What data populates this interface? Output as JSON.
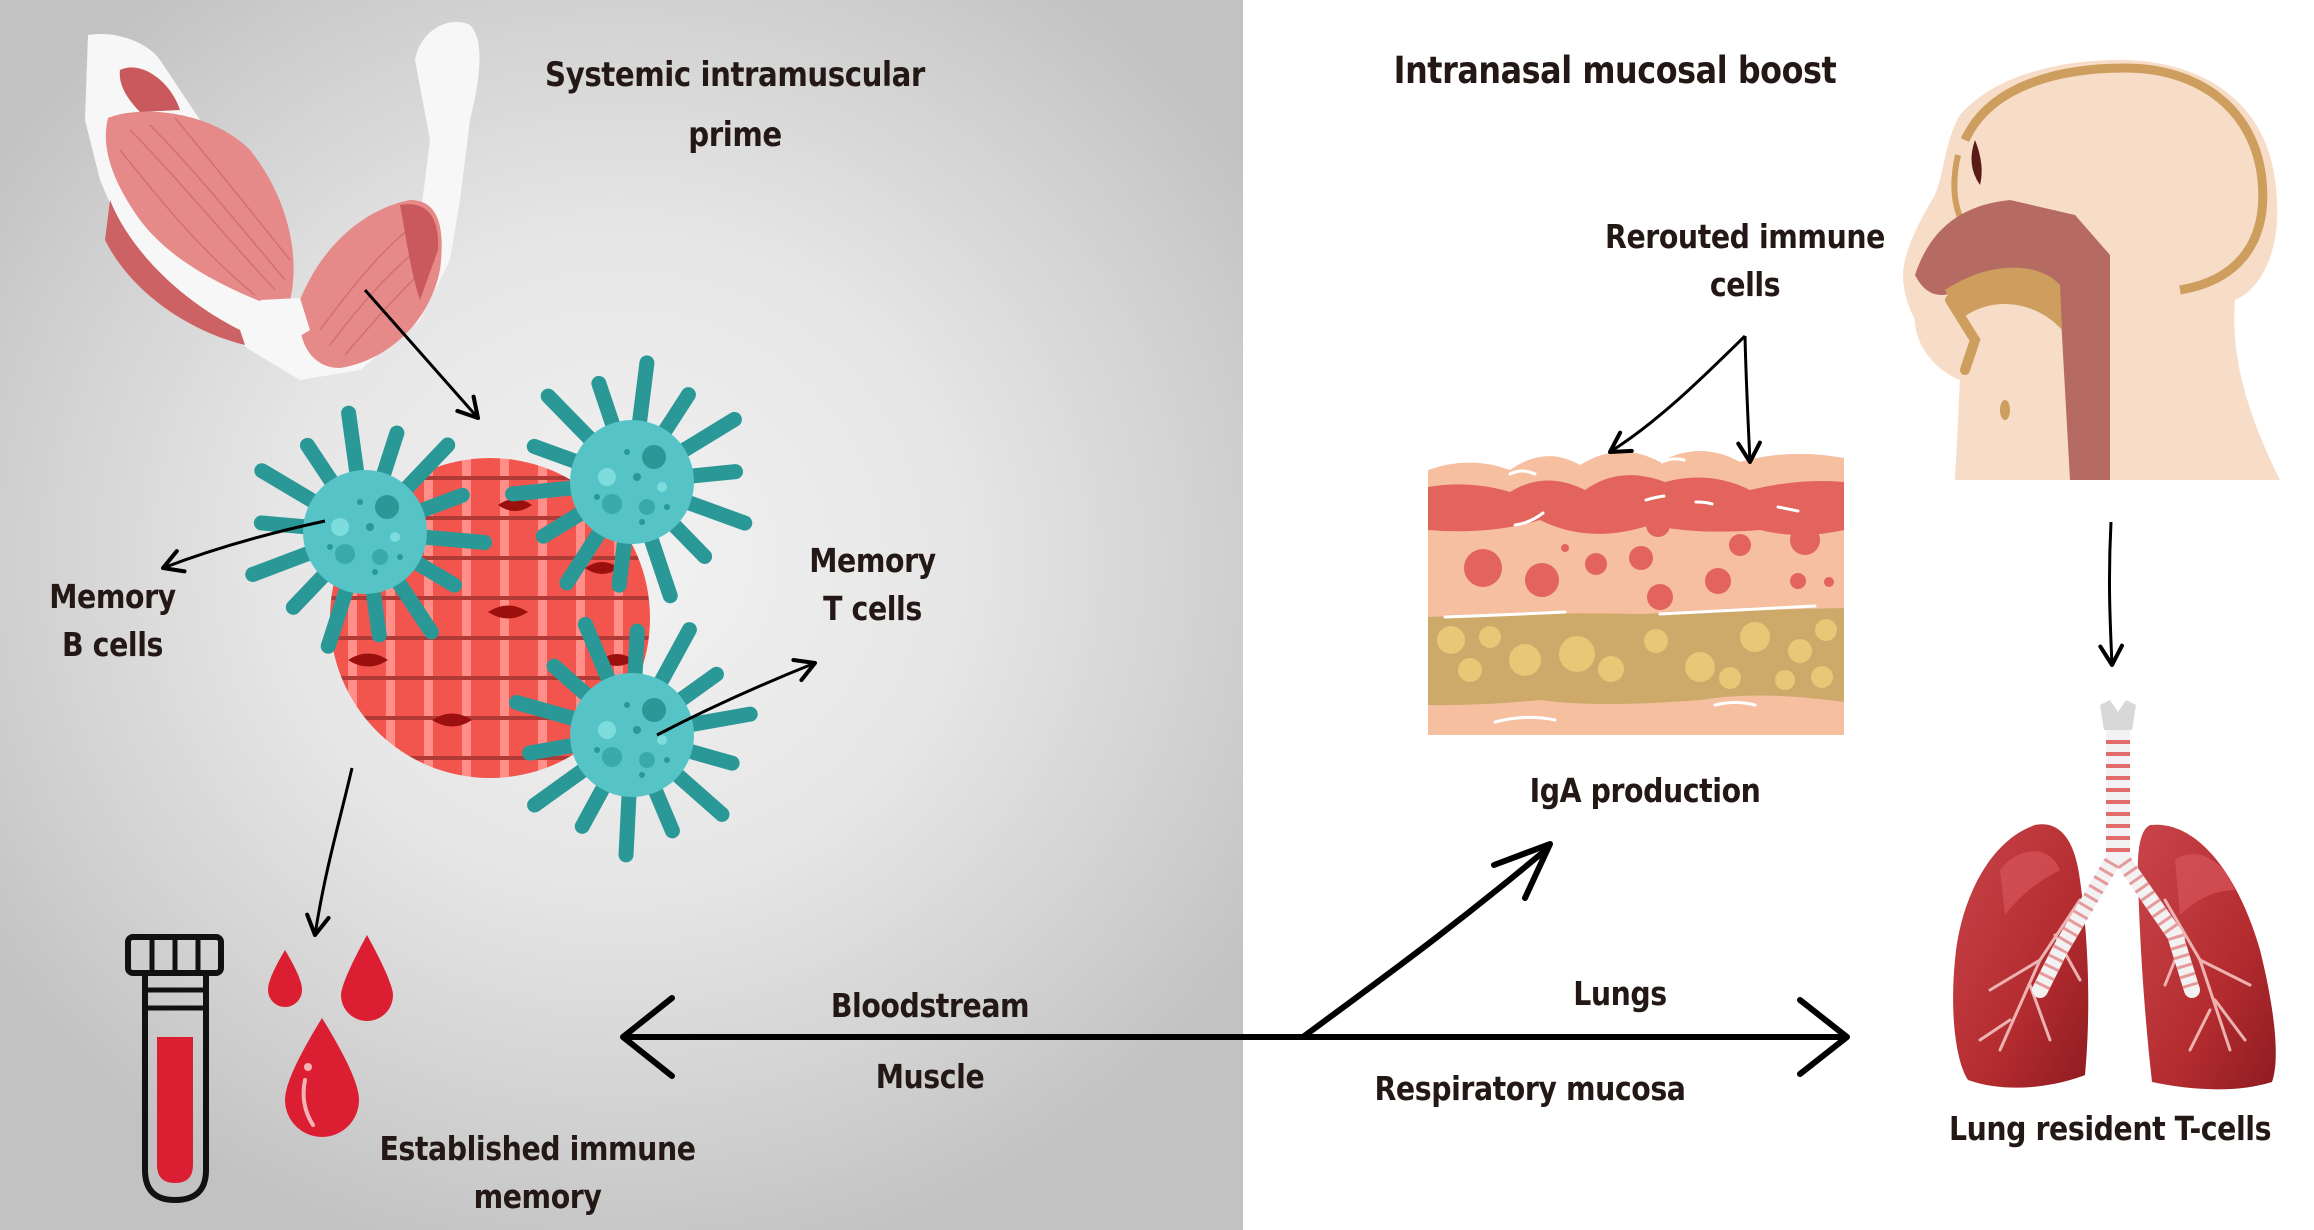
{
  "panels": {
    "left": {
      "title_lines": [
        "Systemic intramuscular",
        "prime"
      ],
      "background": "#d8d8d8"
    },
    "right": {
      "title": "Intranasal mucosal boost",
      "background": "#ffffff"
    }
  },
  "labels": {
    "memory_b_cells": [
      "Memory",
      "B cells"
    ],
    "memory_t_cells": [
      "Memory",
      "T cells"
    ],
    "established_immune_memory": [
      "Established immune",
      "memory"
    ],
    "bloodstream": "Bloodstream",
    "muscle": "Muscle",
    "lungs": "Lungs",
    "respiratory_mucosa": "Respiratory mucosa",
    "rerouted_immune_cells": [
      "Rerouted immune",
      "cells"
    ],
    "iga_production": "IgA production",
    "lung_resident_t_cells": "Lung resident T-cells"
  },
  "illustrations": {
    "arm_muscle": "flexed-arm-muscle-anatomy",
    "muscle_cell": "striated-muscle-cell",
    "immune_cells": [
      "immune-cell",
      "immune-cell",
      "immune-cell"
    ],
    "blood_tube": "blood-sample-tube",
    "blood_drops": [
      "small-blood-drop",
      "medium-blood-drop",
      "large-blood-drop"
    ],
    "head": "head-sagittal-section",
    "mucosa": "mucosal-tissue-layers",
    "lungs": "lungs-with-trachea"
  },
  "colors": {
    "text": "#231815",
    "arrow": "#000000",
    "muscle": "#e58a88",
    "muscle_dark": "#c9595c",
    "muscle_cell": "#f2554d",
    "muscle_cell_stripe": "#ff8f88",
    "muscle_cell_line": "#b23a36",
    "nucleus": "#9b0f0f",
    "immune_body": "#56c4c6",
    "immune_spike": "#2a9896",
    "blood": "#dc1e32",
    "skin": "#f7dcc8",
    "bone": "#cd9e5e",
    "airway": "#b56a62",
    "mucosa_peach": "#f5bfa0",
    "mucosa_red": "#e2645c",
    "mucosa_tan": "#cda96a",
    "mucosa_fat": "#e8c777",
    "lung": "#b42c30",
    "lung_highlight": "#d6555a"
  }
}
